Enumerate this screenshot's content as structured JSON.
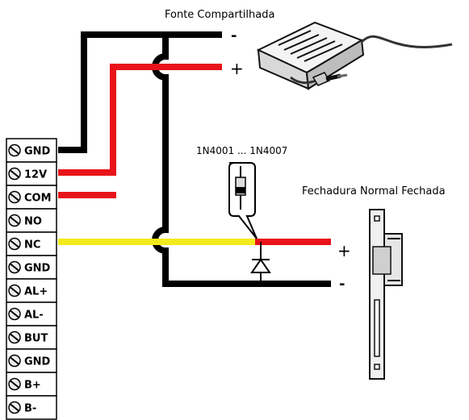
{
  "power_supply": {
    "title": "Fonte Compartilhada",
    "minus": "-",
    "plus": "+"
  },
  "diode": {
    "label": "1N4001 ... 1N4007"
  },
  "lock": {
    "title": "Fechadura Normal Fechada",
    "plus": "+",
    "minus": "-"
  },
  "terminal_block": {
    "terminals": [
      {
        "label": "GND"
      },
      {
        "label": "12V",
        "color": "#e11b1b"
      },
      {
        "label": "COM"
      },
      {
        "label": "NO"
      },
      {
        "label": "NC"
      },
      {
        "label": "GND"
      },
      {
        "label": "AL+"
      },
      {
        "label": "AL-"
      },
      {
        "label": "BUT"
      },
      {
        "label": "GND"
      },
      {
        "label": "B+"
      },
      {
        "label": "B-"
      }
    ]
  },
  "colors": {
    "wire_negative": "#000000",
    "wire_positive": "#e8141a",
    "wire_nc": "#f2ea1a"
  }
}
